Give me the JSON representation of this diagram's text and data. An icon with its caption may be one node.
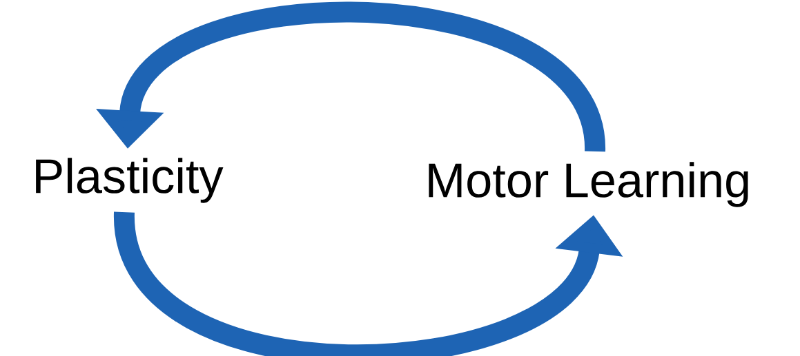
{
  "diagram": {
    "nodes": [
      {
        "text": [
          "Plasticity"
        ]
      },
      {
        "text": [
          "Motor Learning"
        ]
      }
    ],
    "edges": [
      {
        "from": 1,
        "to": 0,
        "arrow": "to"
      },
      {
        "from": 0,
        "to": 1,
        "arrow": "to"
      }
    ]
  }
}
